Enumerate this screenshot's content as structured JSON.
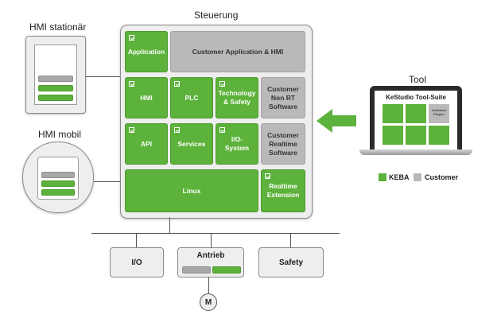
{
  "titles": {
    "steuerung": "Steuerung",
    "hmi_stationaer": "HMI stationär",
    "hmi_mobil": "HMI mobil",
    "tool": "Tool"
  },
  "controller": {
    "application": "Application",
    "customer_app_hmi": "Customer Application & HMI",
    "hmi": "HMI",
    "plc": "PLC",
    "technology_safety": "Technology & Safety",
    "customer_non_rt": "Customer Non RT Software",
    "api": "API",
    "services": "Services",
    "io_system": "I/O-System",
    "customer_realtime": "Customer Realtime Software",
    "linux": "Linux",
    "realtime_extension": "Realtime Extension"
  },
  "tool": {
    "suite_title": "KeStudio Tool-Suite",
    "plugin_label": "Customer Plug-In"
  },
  "legend": {
    "keba": "KEBA",
    "customer": "Customer"
  },
  "bus": {
    "io": "I/O",
    "antrieb": "Antrieb",
    "safety": "Safety",
    "motor": "M"
  },
  "colors": {
    "keba_green": "#5cb23a",
    "customer_grey": "#b9b9b9",
    "arrow_green": "#5cb23a"
  }
}
